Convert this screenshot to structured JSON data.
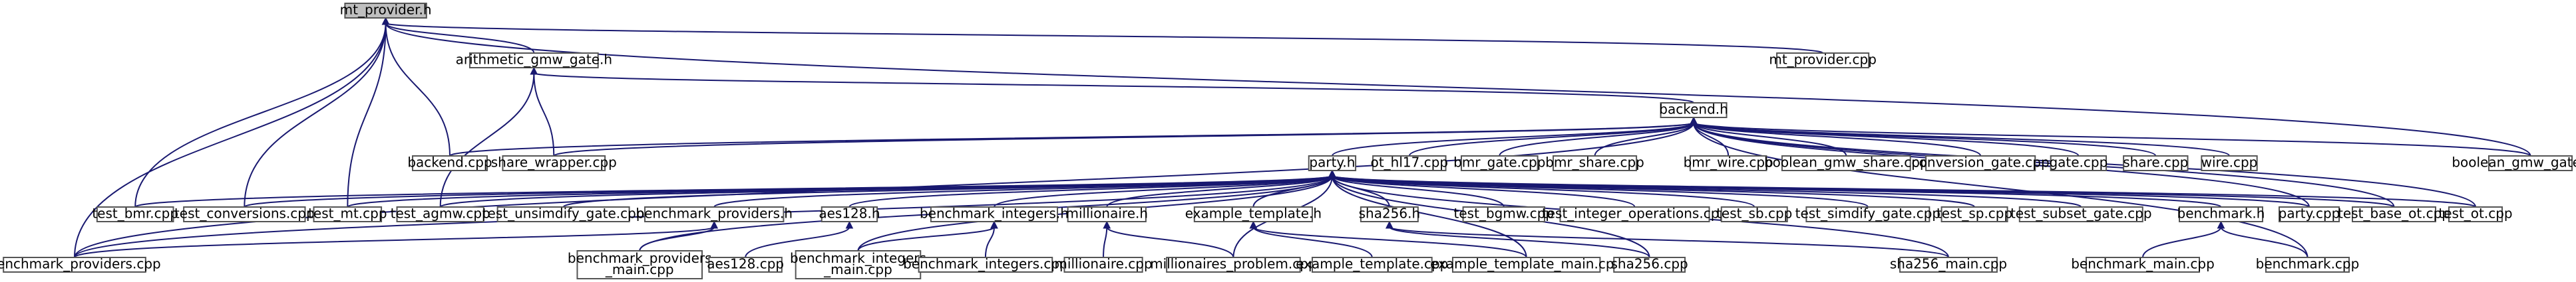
{
  "graph": {
    "title": "",
    "colors": {
      "edge": "#191970",
      "node_border": "#555555",
      "root_fill": "#bfbfbf",
      "node_fill": "#ffffff"
    },
    "nodes": [
      {
        "id": "mt_provider_h",
        "label": "mt_provider.h",
        "root": true
      },
      {
        "id": "arithmetic_gmw_gate_h",
        "label": "arithmetic_gmw_gate.h"
      },
      {
        "id": "mt_provider_cpp",
        "label": "mt_provider.cpp"
      },
      {
        "id": "backend_h",
        "label": "backend.h"
      },
      {
        "id": "backend_cpp",
        "label": "backend.cpp"
      },
      {
        "id": "share_wrapper_cpp",
        "label": "share_wrapper.cpp"
      },
      {
        "id": "party_h",
        "label": "party.h"
      },
      {
        "id": "ot_hl17_cpp",
        "label": "ot_hl17.cpp"
      },
      {
        "id": "bmr_gate_cpp",
        "label": "bmr_gate.cpp"
      },
      {
        "id": "bmr_share_cpp",
        "label": "bmr_share.cpp"
      },
      {
        "id": "bmr_wire_cpp",
        "label": "bmr_wire.cpp"
      },
      {
        "id": "boolean_gmw_share_cpp",
        "label": "boolean_gmw_share.cpp"
      },
      {
        "id": "conversion_gate_cpp",
        "label": "conversion_gate.cpp"
      },
      {
        "id": "gate_cpp",
        "label": "gate.cpp"
      },
      {
        "id": "share_cpp",
        "label": "share.cpp"
      },
      {
        "id": "wire_cpp",
        "label": "wire.cpp"
      },
      {
        "id": "boolean_gmw_gate_cpp",
        "label": "boolean_gmw_gate.cpp"
      },
      {
        "id": "test_bmr_cpp",
        "label": "test_bmr.cpp"
      },
      {
        "id": "test_conversions_cpp",
        "label": "test_conversions.cpp"
      },
      {
        "id": "test_mt_cpp",
        "label": "test_mt.cpp"
      },
      {
        "id": "test_agmw_cpp",
        "label": "test_agmw.cpp"
      },
      {
        "id": "test_unsimdify_gate_cpp",
        "label": "test_unsimdify_gate.cpp"
      },
      {
        "id": "benchmark_providers_h",
        "label": "benchmark_providers.h"
      },
      {
        "id": "aes128_h",
        "label": "aes128.h"
      },
      {
        "id": "benchmark_integers_h",
        "label": "benchmark_integers.h"
      },
      {
        "id": "millionaire_h",
        "label": "millionaire.h"
      },
      {
        "id": "example_template_h",
        "label": "example_template.h"
      },
      {
        "id": "sha256_h",
        "label": "sha256.h"
      },
      {
        "id": "test_bgmw_cpp",
        "label": "test_bgmw.cpp"
      },
      {
        "id": "test_integer_operations_cpp",
        "label": "test_integer_operations.cpp"
      },
      {
        "id": "test_sb_cpp",
        "label": "test_sb.cpp"
      },
      {
        "id": "test_simdify_gate_cpp",
        "label": "test_simdify_gate.cpp"
      },
      {
        "id": "test_sp_cpp",
        "label": "test_sp.cpp"
      },
      {
        "id": "test_subset_gate_cpp",
        "label": "test_subset_gate.cpp"
      },
      {
        "id": "benchmark_h",
        "label": "benchmark.h"
      },
      {
        "id": "party_cpp",
        "label": "party.cpp"
      },
      {
        "id": "test_base_ot_cpp",
        "label": "test_base_ot.cpp"
      },
      {
        "id": "test_ot_cpp",
        "label": "test_ot.cpp"
      },
      {
        "id": "benchmark_providers_cpp",
        "label": "benchmark_providers.cpp"
      },
      {
        "id": "benchmark_providers_main_cpp",
        "label": [
          "benchmark_providers",
          "_main.cpp"
        ]
      },
      {
        "id": "aes128_cpp",
        "label": "aes128.cpp"
      },
      {
        "id": "benchmark_integers_main_cpp",
        "label": [
          "benchmark_integers",
          "_main.cpp"
        ]
      },
      {
        "id": "benchmark_integers_cpp",
        "label": "benchmark_integers.cpp"
      },
      {
        "id": "millionaire_cpp",
        "label": "millionaire.cpp"
      },
      {
        "id": "millionaires_problem_cpp",
        "label": "millionaires_problem.cpp"
      },
      {
        "id": "example_template_cpp",
        "label": "example_template.cpp"
      },
      {
        "id": "example_template_main_cpp",
        "label": "example_template_main.cpp"
      },
      {
        "id": "sha256_cpp",
        "label": "sha256.cpp"
      },
      {
        "id": "sha256_main_cpp",
        "label": "sha256_main.cpp"
      },
      {
        "id": "benchmark_main_cpp",
        "label": "benchmark_main.cpp"
      },
      {
        "id": "benchmark_cpp",
        "label": "benchmark.cpp"
      }
    ],
    "edges": [
      [
        "mt_provider_h",
        "arithmetic_gmw_gate_h"
      ],
      [
        "mt_provider_h",
        "mt_provider_cpp"
      ],
      [
        "mt_provider_h",
        "backend_cpp"
      ],
      [
        "mt_provider_h",
        "test_bmr_cpp"
      ],
      [
        "mt_provider_h",
        "test_conversions_cpp"
      ],
      [
        "mt_provider_h",
        "test_mt_cpp"
      ],
      [
        "mt_provider_h",
        "benchmark_providers_cpp"
      ],
      [
        "mt_provider_h",
        "boolean_gmw_gate_cpp"
      ],
      [
        "arithmetic_gmw_gate_h",
        "backend_h"
      ],
      [
        "arithmetic_gmw_gate_h",
        "share_wrapper_cpp"
      ],
      [
        "arithmetic_gmw_gate_h",
        "test_agmw_cpp"
      ],
      [
        "backend_h",
        "backend_cpp"
      ],
      [
        "backend_h",
        "share_wrapper_cpp"
      ],
      [
        "backend_h",
        "party_h"
      ],
      [
        "backend_h",
        "ot_hl17_cpp"
      ],
      [
        "backend_h",
        "bmr_gate_cpp"
      ],
      [
        "backend_h",
        "bmr_share_cpp"
      ],
      [
        "backend_h",
        "bmr_wire_cpp"
      ],
      [
        "backend_h",
        "boolean_gmw_share_cpp"
      ],
      [
        "backend_h",
        "conversion_gate_cpp"
      ],
      [
        "backend_h",
        "gate_cpp"
      ],
      [
        "backend_h",
        "share_cpp"
      ],
      [
        "backend_h",
        "wire_cpp"
      ],
      [
        "backend_h",
        "boolean_gmw_gate_cpp"
      ],
      [
        "backend_h",
        "party_cpp"
      ],
      [
        "backend_h",
        "test_base_ot_cpp"
      ],
      [
        "backend_h",
        "test_ot_cpp"
      ],
      [
        "backend_h",
        "benchmark_cpp"
      ],
      [
        "backend_h",
        "benchmark_providers_cpp"
      ],
      [
        "party_h",
        "test_bmr_cpp"
      ],
      [
        "party_h",
        "test_conversions_cpp"
      ],
      [
        "party_h",
        "test_mt_cpp"
      ],
      [
        "party_h",
        "test_agmw_cpp"
      ],
      [
        "party_h",
        "test_unsimdify_gate_cpp"
      ],
      [
        "party_h",
        "benchmark_providers_h"
      ],
      [
        "party_h",
        "aes128_h"
      ],
      [
        "party_h",
        "benchmark_integers_h"
      ],
      [
        "party_h",
        "millionaire_h"
      ],
      [
        "party_h",
        "example_template_h"
      ],
      [
        "party_h",
        "sha256_h"
      ],
      [
        "party_h",
        "test_bgmw_cpp"
      ],
      [
        "party_h",
        "test_integer_operations_cpp"
      ],
      [
        "party_h",
        "test_sb_cpp"
      ],
      [
        "party_h",
        "test_simdify_gate_cpp"
      ],
      [
        "party_h",
        "test_sp_cpp"
      ],
      [
        "party_h",
        "test_subset_gate_cpp"
      ],
      [
        "party_h",
        "benchmark_h"
      ],
      [
        "party_h",
        "party_cpp"
      ],
      [
        "party_h",
        "test_base_ot_cpp"
      ],
      [
        "party_h",
        "test_ot_cpp"
      ],
      [
        "party_h",
        "benchmark_providers_main_cpp"
      ],
      [
        "party_h",
        "benchmark_integers_main_cpp"
      ],
      [
        "party_h",
        "millionaires_problem_cpp"
      ],
      [
        "party_h",
        "example_template_main_cpp"
      ],
      [
        "party_h",
        "sha256_main_cpp"
      ],
      [
        "party_h",
        "sha256_cpp"
      ],
      [
        "party_h",
        "benchmark_providers_cpp"
      ],
      [
        "benchmark_providers_h",
        "benchmark_providers_main_cpp"
      ],
      [
        "benchmark_providers_h",
        "benchmark_providers_cpp"
      ],
      [
        "aes128_h",
        "aes128_cpp"
      ],
      [
        "benchmark_integers_h",
        "benchmark_integers_main_cpp"
      ],
      [
        "benchmark_integers_h",
        "benchmark_integers_cpp"
      ],
      [
        "millionaire_h",
        "millionaire_cpp"
      ],
      [
        "millionaire_h",
        "millionaires_problem_cpp"
      ],
      [
        "example_template_h",
        "example_template_cpp"
      ],
      [
        "example_template_h",
        "example_template_main_cpp"
      ],
      [
        "sha256_h",
        "sha256_cpp"
      ],
      [
        "sha256_h",
        "sha256_main_cpp"
      ],
      [
        "benchmark_h",
        "benchmark_main_cpp"
      ],
      [
        "benchmark_h",
        "benchmark_cpp"
      ]
    ]
  }
}
